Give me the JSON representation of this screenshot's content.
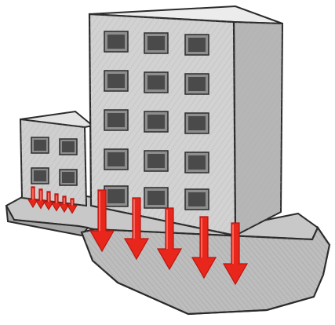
{
  "diagram": {
    "subject": "building-settlement-illustration",
    "colors": {
      "background": "#ffffff",
      "wall_front": "#cfcfcf",
      "wall_side": "#b5b5b5",
      "roof_top": "#e6e6e6",
      "outline": "#2b2b2b",
      "window": "#4a4a4a",
      "window_frame": "#8e8e8e",
      "foundation": "#bdbdbd",
      "foundation_side": "#9c9c9c",
      "arrow": "#e8261c",
      "arrow_dark": "#b8150f"
    },
    "small_building": {
      "window_rows": 2,
      "window_cols": 2,
      "load_arrows": 6
    },
    "tall_building": {
      "window_rows": 5,
      "window_cols": 3,
      "load_arrows": 5
    }
  }
}
